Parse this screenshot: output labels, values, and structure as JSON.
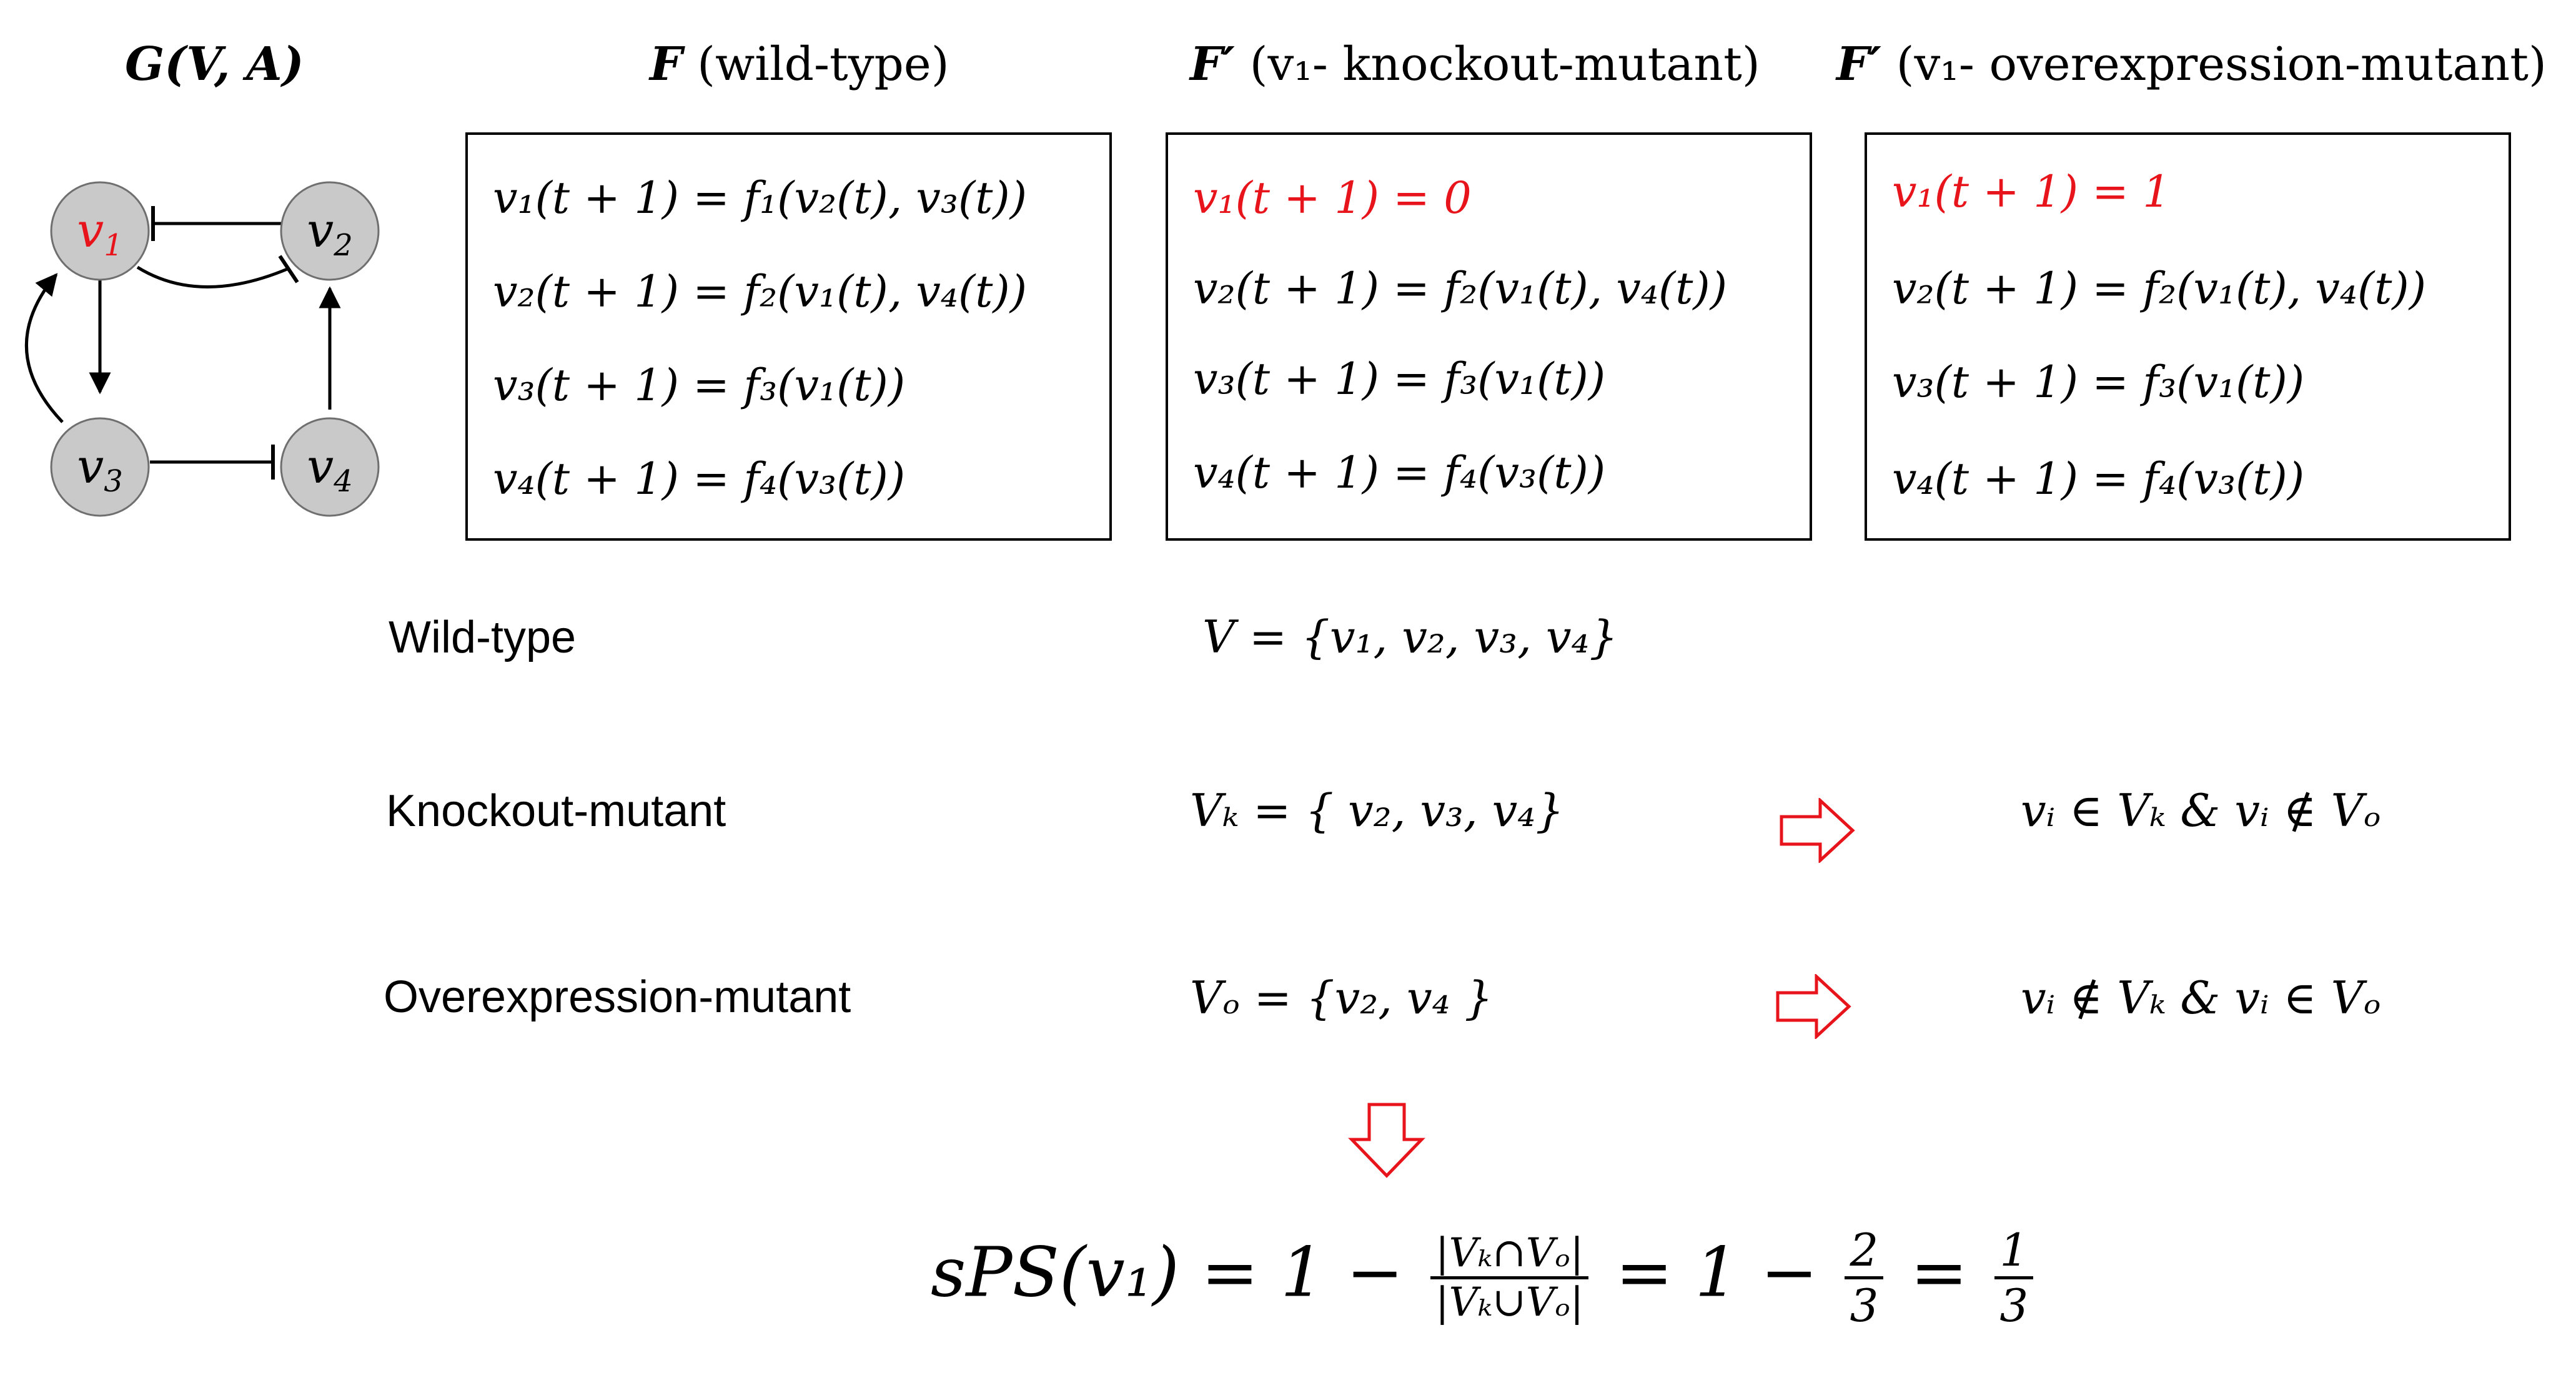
{
  "graph": {
    "title": "G(V, A)",
    "nodes": [
      {
        "id": "v1",
        "label": "v",
        "sub": "1",
        "highlight": true
      },
      {
        "id": "v2",
        "label": "v",
        "sub": "2",
        "highlight": false
      },
      {
        "id": "v3",
        "label": "v",
        "sub": "3",
        "highlight": false
      },
      {
        "id": "v4",
        "label": "v",
        "sub": "4",
        "highlight": false
      }
    ]
  },
  "boxes": [
    {
      "title_symbol": "F",
      "title_text": " (wild-type)",
      "equations": [
        {
          "text": "v₁(t + 1) = f₁(v₂(t), v₃(t))",
          "red": false
        },
        {
          "text": "v₂(t + 1) = f₂(v₁(t), v₄(t))",
          "red": false
        },
        {
          "text": "v₃(t + 1) = f₃(v₁(t))",
          "red": false
        },
        {
          "text": "v₄(t + 1) = f₄(v₃(t))",
          "red": false
        }
      ]
    },
    {
      "title_symbol": "F′",
      "title_text": " (v₁- knockout-mutant)",
      "equations": [
        {
          "text": "v₁(t + 1) = 0",
          "red": true
        },
        {
          "text": "v₂(t + 1) = f₂(v₁(t), v₄(t))",
          "red": false
        },
        {
          "text": "v₃(t + 1) = f₃(v₁(t))",
          "red": false
        },
        {
          "text": "v₄(t + 1) = f₄(v₃(t))",
          "red": false
        }
      ]
    },
    {
      "title_symbol": "F′",
      "title_text": " (v₁- overexpression-mutant)",
      "equations": [
        {
          "text": "v₁(t + 1) = 1",
          "red": true
        },
        {
          "text": "v₂(t + 1) = f₂(v₁(t), v₄(t))",
          "red": false
        },
        {
          "text": "v₃(t + 1) = f₃(v₁(t))",
          "red": false
        },
        {
          "text": "v₄(t + 1) = f₄(v₃(t))",
          "red": false
        }
      ]
    }
  ],
  "rows": [
    {
      "label": "Wild-type",
      "set": "V = {v₁, v₂, v₃, v₄}",
      "result": ""
    },
    {
      "label": "Knockout-mutant",
      "set": "Vₖ = { v₂, v₃, v₄}",
      "result": "vᵢ ∈ Vₖ & vᵢ ∉ Vₒ"
    },
    {
      "label": "Overexpression-mutant",
      "set": "Vₒ = {v₂, v₄ }",
      "result": "vᵢ ∉ Vₖ & vᵢ ∈ Vₒ"
    }
  ],
  "formula": {
    "lhs": "sPS(v₁) = 1 −",
    "frac1_num": "|Vₖ∩Vₒ|",
    "frac1_den": "|Vₖ∪Vₒ|",
    "mid": "= 1 −",
    "frac2_num": "2",
    "frac2_den": "3",
    "eq": "=",
    "frac3_num": "1",
    "frac3_den": "3"
  },
  "colors": {
    "accent_red": "#e8141b",
    "node_fill": "#c9c9c9"
  }
}
